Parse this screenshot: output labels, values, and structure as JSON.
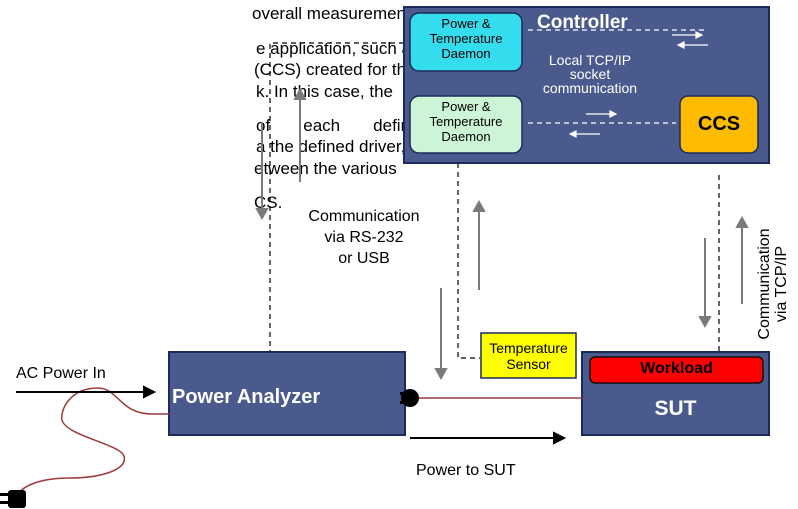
{
  "paragraph": {
    "lines": [
      "overall measurement  control is",
      "e application, such as",
      "(CCS) created for the",
      "k. In this case, the",
      "of       each       defined",
      "a the defined driver,",
      "etween the various",
      "CS."
    ]
  },
  "controller": {
    "title": "Controller",
    "local_link_label": "Local TCP/IP socket communication",
    "local_link_lines": [
      "Local TCP/IP",
      "socket",
      "communication"
    ],
    "daemon_top_lines": [
      "Power &",
      "Temperature",
      "Daemon"
    ],
    "daemon_bottom_lines": [
      "Power &",
      "Temperature",
      "Daemon"
    ],
    "ccs_label": "CCS"
  },
  "links": {
    "rs232_lines": [
      "Communication",
      "via RS-232",
      "or USB"
    ],
    "tcpip_lines": [
      "Communication",
      "via TCP/IP"
    ],
    "ac_power_in": "AC Power In",
    "power_to_sut": "Power to SUT"
  },
  "power_analyzer": {
    "label": "Power Analyzer"
  },
  "temperature_sensor": {
    "lines": [
      "Temperature",
      "Sensor"
    ]
  },
  "sut": {
    "workload_label": "Workload",
    "label": "SUT"
  },
  "colors": {
    "box_fill": "#4a5a8c",
    "box_border": "#1c2a5c",
    "daemon_top": "#33ddee",
    "daemon_bottom": "#ccf5d5",
    "ccs": "#ffbb00",
    "sensor": "#ffff00",
    "workload": "#ff0000",
    "cable": "#9c3a3a"
  }
}
